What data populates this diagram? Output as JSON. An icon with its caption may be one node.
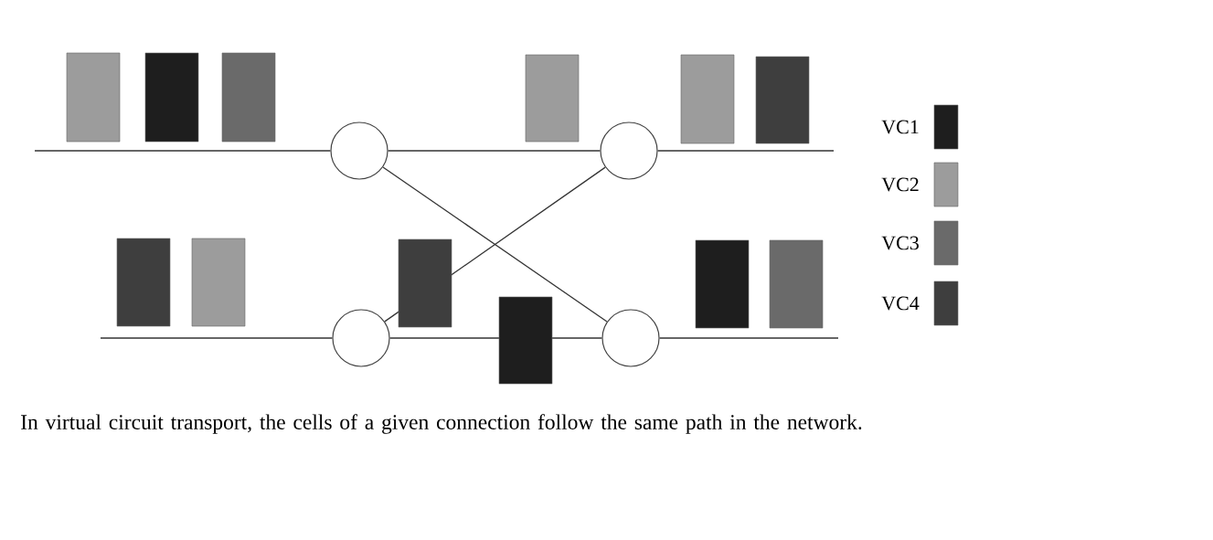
{
  "diagram": {
    "caption": "In virtual circuit transport, the cells of a given connection follow the same path in the network.",
    "nodes": [
      {
        "text": [],
        "shape": "circle"
      },
      {
        "text": [],
        "shape": "circle"
      },
      {
        "text": [],
        "shape": "circle"
      },
      {
        "text": [],
        "shape": "circle"
      }
    ],
    "edges": [
      {
        "from": null,
        "to": 0,
        "arrow": "none"
      },
      {
        "from": 0,
        "to": 1,
        "arrow": "none"
      },
      {
        "from": 1,
        "to": null,
        "arrow": "none"
      },
      {
        "from": null,
        "to": 2,
        "arrow": "none"
      },
      {
        "from": 2,
        "to": 3,
        "arrow": "none"
      },
      {
        "from": 3,
        "to": null,
        "arrow": "none"
      },
      {
        "from": 0,
        "to": 3,
        "arrow": "none"
      },
      {
        "from": 2,
        "to": 1,
        "arrow": "none"
      }
    ],
    "legend": [
      {
        "text": "VC1",
        "color": "#1e1e1e"
      },
      {
        "text": "VC2",
        "color": "#9c9c9c"
      },
      {
        "text": "VC3",
        "color": "#6a6a6a"
      },
      {
        "text": "VC4",
        "color": "#3e3e3e"
      }
    ]
  }
}
